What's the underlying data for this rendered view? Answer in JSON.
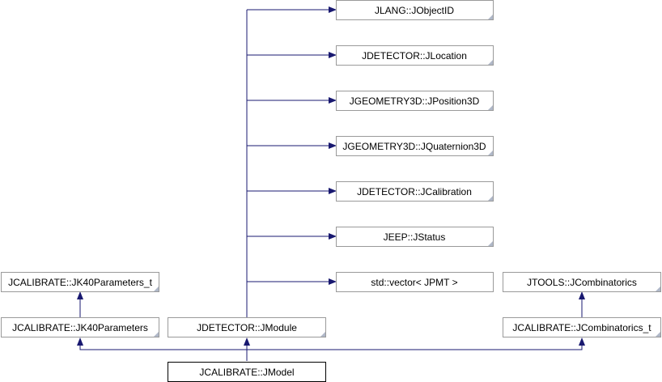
{
  "diagram": {
    "title": "",
    "nodes": [
      {
        "id": "jmodel",
        "label": "JCALIBRATE::JModel"
      },
      {
        "id": "jk40params",
        "label": "JCALIBRATE::JK40Parameters"
      },
      {
        "id": "jk40params_t",
        "label": "JCALIBRATE::JK40Parameters_t"
      },
      {
        "id": "jmodule",
        "label": "JDETECTOR::JModule"
      },
      {
        "id": "jcomb_t",
        "label": "JCALIBRATE::JCombinatorics_t"
      },
      {
        "id": "jcomb",
        "label": "JTOOLS::JCombinatorics"
      },
      {
        "id": "jobjectid",
        "label": "JLANG::JObjectID"
      },
      {
        "id": "jlocation",
        "label": "JDETECTOR::JLocation"
      },
      {
        "id": "jposition3d",
        "label": "JGEOMETRY3D::JPosition3D"
      },
      {
        "id": "jquaternion3d",
        "label": "JGEOMETRY3D::JQuaternion3D"
      },
      {
        "id": "jcalibration",
        "label": "JDETECTOR::JCalibration"
      },
      {
        "id": "jstatus",
        "label": "JEEP::JStatus"
      },
      {
        "id": "stdvector",
        "label": "std::vector< JPMT >"
      }
    ],
    "edges": [
      {
        "from": "jmodel",
        "to": "jk40params"
      },
      {
        "from": "jmodel",
        "to": "jmodule"
      },
      {
        "from": "jmodel",
        "to": "jcomb_t"
      },
      {
        "from": "jk40params",
        "to": "jk40params_t"
      },
      {
        "from": "jcomb_t",
        "to": "jcomb"
      },
      {
        "from": "jmodule",
        "to": "jobjectid"
      },
      {
        "from": "jmodule",
        "to": "jlocation"
      },
      {
        "from": "jmodule",
        "to": "jposition3d"
      },
      {
        "from": "jmodule",
        "to": "jquaternion3d"
      },
      {
        "from": "jmodule",
        "to": "jcalibration"
      },
      {
        "from": "jmodule",
        "to": "jstatus"
      },
      {
        "from": "jmodule",
        "to": "stdvector"
      }
    ],
    "colors": {
      "arrow": "#191970",
      "node_fill": "#ffffff",
      "node_border": "#9a9a9a",
      "focus_border": "#000000",
      "fold_corner": "#b0b8c8"
    }
  }
}
